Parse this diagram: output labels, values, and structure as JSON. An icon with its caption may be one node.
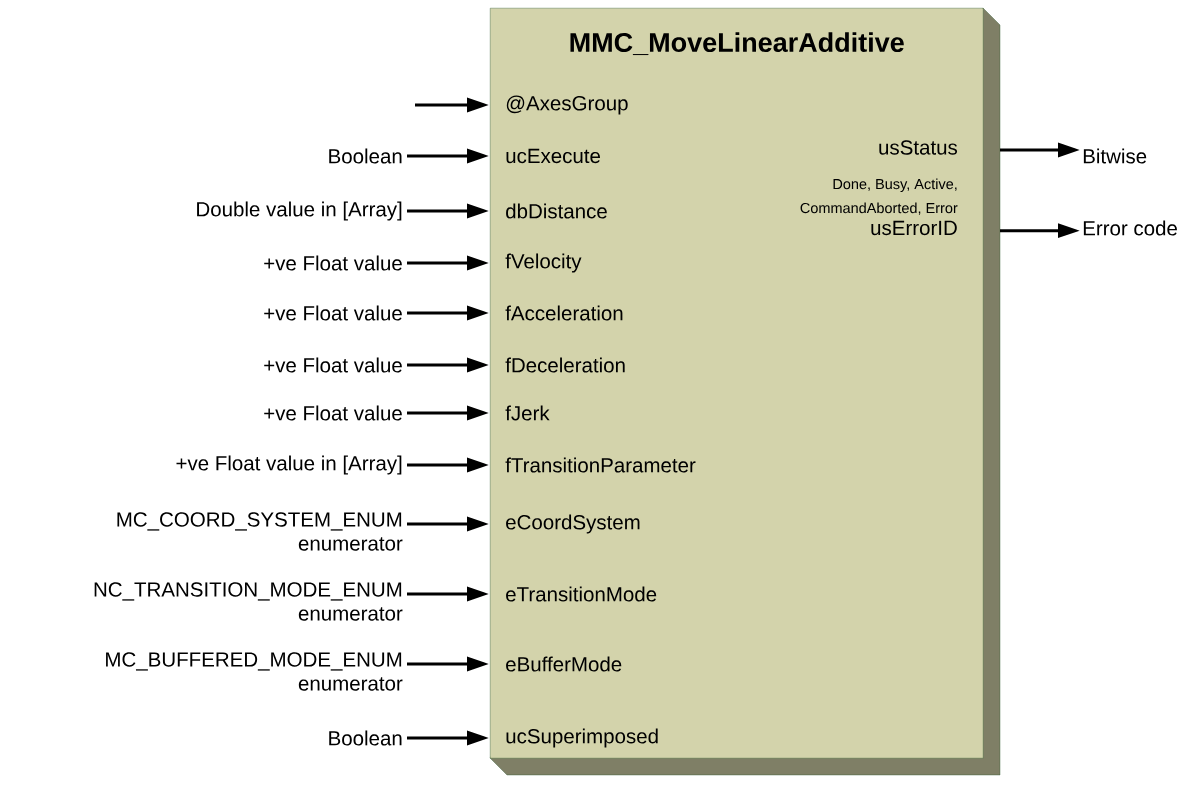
{
  "diagram": {
    "nodes": [
      {
        "text": [
          "MMC_MoveLinearAdditive"
        ]
      },
      {
        "text": [
          "@AxesGroup"
        ],
        "in": 0
      },
      {
        "text": [
          "ucExecute"
        ],
        "in": 0
      },
      {
        "text": [
          "dbDistance"
        ],
        "in": 0
      },
      {
        "text": [
          "fVelocity"
        ],
        "in": 0
      },
      {
        "text": [
          "fAcceleration"
        ],
        "in": 0
      },
      {
        "text": [
          "fDeceleration"
        ],
        "in": 0
      },
      {
        "text": [
          "fJerk"
        ],
        "in": 0
      },
      {
        "text": [
          "fTransitionParameter"
        ],
        "in": 0
      },
      {
        "text": [
          "eCoordSystem"
        ],
        "in": 0
      },
      {
        "text": [
          "eTransitionMode"
        ],
        "in": 0
      },
      {
        "text": [
          "eBufferMode"
        ],
        "in": 0
      },
      {
        "text": [
          "ucSuperimposed"
        ],
        "in": 0
      },
      {
        "text": [
          "usStatus",
          "Done, Busy, Active, CommandAborted, Error"
        ],
        "in": 0
      },
      {
        "text": [
          "usErrorID"
        ],
        "in": 0
      },
      {
        "text": [
          "Boolean"
        ]
      },
      {
        "text": [
          "Double value in [Array]"
        ]
      },
      {
        "text": [
          "+ve Float value"
        ]
      },
      {
        "text": [
          "+ve Float value"
        ]
      },
      {
        "text": [
          "+ve Float value"
        ]
      },
      {
        "text": [
          "+ve Float value"
        ]
      },
      {
        "text": [
          "+ve Float value in [Array]"
        ]
      },
      {
        "text": [
          "MC_COORD_SYSTEM_ENUM enumerator"
        ]
      },
      {
        "text": [
          "NC_TRANSITION_MODE_ENUM enumerator"
        ]
      },
      {
        "text": [
          "MC_BUFFERED_MODE_ENUM enumerator"
        ]
      },
      {
        "text": [
          "Boolean"
        ]
      },
      {
        "text": [
          "Bitwise"
        ]
      },
      {
        "text": [
          "Error code"
        ]
      }
    ],
    "edges": [
      {
        "from": null,
        "to": 1,
        "arrow": "to"
      },
      {
        "from": 15,
        "to": 2,
        "arrow": "to"
      },
      {
        "from": 16,
        "to": 3,
        "arrow": "to"
      },
      {
        "from": 17,
        "to": 4,
        "arrow": "to"
      },
      {
        "from": 18,
        "to": 5,
        "arrow": "to"
      },
      {
        "from": 19,
        "to": 6,
        "arrow": "to"
      },
      {
        "from": 20,
        "to": 7,
        "arrow": "to"
      },
      {
        "from": 21,
        "to": 8,
        "arrow": "to"
      },
      {
        "from": 22,
        "to": 9,
        "arrow": "to"
      },
      {
        "from": 23,
        "to": 10,
        "arrow": "to"
      },
      {
        "from": 24,
        "to": 11,
        "arrow": "to"
      },
      {
        "from": 25,
        "to": 12,
        "arrow": "to"
      },
      {
        "from": 13,
        "to": 26,
        "arrow": "to"
      },
      {
        "from": 14,
        "to": 27,
        "arrow": "to"
      }
    ]
  }
}
